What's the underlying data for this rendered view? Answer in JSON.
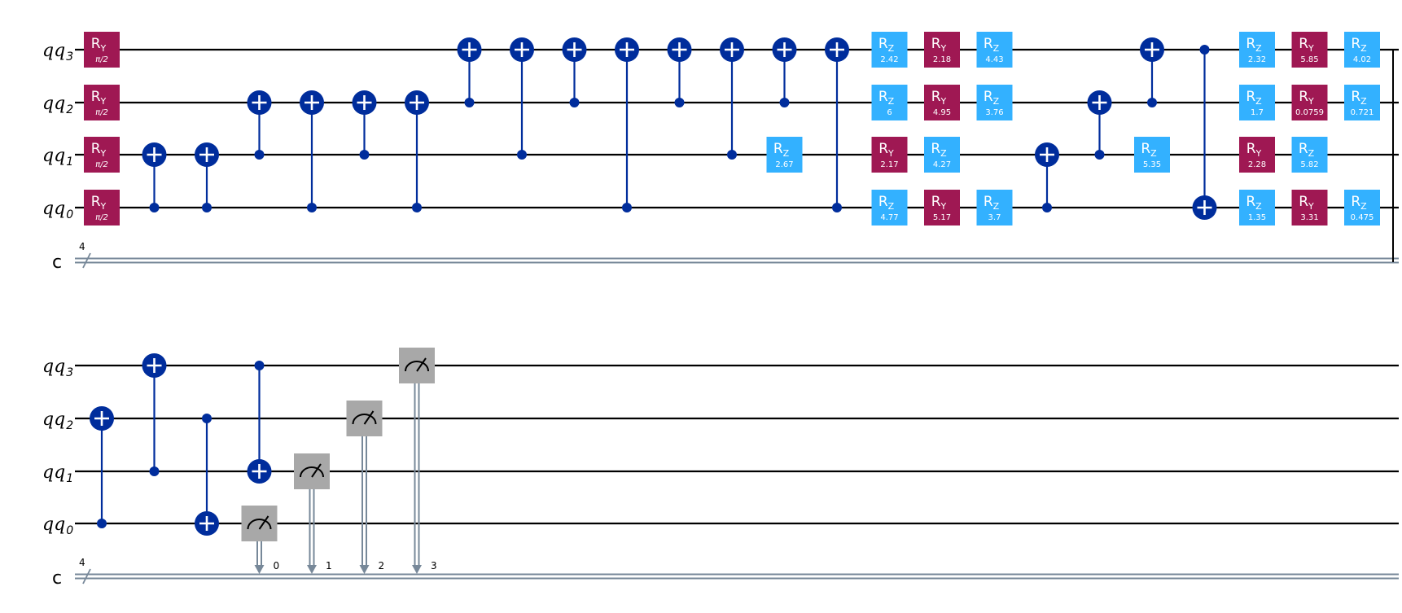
{
  "colors": {
    "ry_gate": "#9f1853",
    "rz_gate": "#33b1ff",
    "cnot": "#002d9c",
    "measure_gate": "#a8a8a8",
    "classical_wire": "#778899",
    "quantum_wire": "#000000"
  },
  "rows": [
    {
      "wires": [
        {
          "qubit": "q",
          "index": "3"
        },
        {
          "qubit": "q",
          "index": "2"
        },
        {
          "qubit": "q",
          "index": "1"
        },
        {
          "qubit": "q",
          "index": "0"
        }
      ],
      "classical": {
        "label": "c",
        "width": "4"
      },
      "gates": [
        {
          "type": "ry",
          "col": 0,
          "q": 3,
          "param": "π/2"
        },
        {
          "type": "ry",
          "col": 0,
          "q": 2,
          "param": "π/2"
        },
        {
          "type": "ry",
          "col": 0,
          "q": 1,
          "param": "π/2"
        },
        {
          "type": "ry",
          "col": 0,
          "q": 0,
          "param": "π/2"
        },
        {
          "type": "cx",
          "col": 1,
          "c": 0,
          "t": 1
        },
        {
          "type": "cx",
          "col": 2,
          "c": 0,
          "t": 1
        },
        {
          "type": "cx",
          "col": 3,
          "c": 1,
          "t": 2
        },
        {
          "type": "cx",
          "col": 4,
          "c": 0,
          "t": 2
        },
        {
          "type": "cx",
          "col": 5,
          "c": 1,
          "t": 2
        },
        {
          "type": "cx",
          "col": 6,
          "c": 0,
          "t": 2
        },
        {
          "type": "cx",
          "col": 7,
          "c": 2,
          "t": 3
        },
        {
          "type": "cx",
          "col": 8,
          "c": 1,
          "t": 3
        },
        {
          "type": "cx",
          "col": 9,
          "c": 2,
          "t": 3
        },
        {
          "type": "cx",
          "col": 10,
          "c": 0,
          "t": 3
        },
        {
          "type": "cx",
          "col": 11,
          "c": 2,
          "t": 3
        },
        {
          "type": "cx",
          "col": 12,
          "c": 1,
          "t": 3
        },
        {
          "type": "rz",
          "col": 13,
          "q": 1,
          "param": "2.67"
        },
        {
          "type": "cx",
          "col": 13,
          "c": 2,
          "t": 3
        },
        {
          "type": "cx",
          "col": 14,
          "c": 0,
          "t": 3
        },
        {
          "type": "rz",
          "col": 15,
          "q": 3,
          "param": "2.42"
        },
        {
          "type": "rz",
          "col": 15,
          "q": 2,
          "param": "6"
        },
        {
          "type": "ry",
          "col": 15,
          "q": 1,
          "param": "2.17"
        },
        {
          "type": "rz",
          "col": 15,
          "q": 0,
          "param": "4.77"
        },
        {
          "type": "ry",
          "col": 16,
          "q": 3,
          "param": "2.18"
        },
        {
          "type": "ry",
          "col": 16,
          "q": 2,
          "param": "4.95"
        },
        {
          "type": "rz",
          "col": 16,
          "q": 1,
          "param": "4.27"
        },
        {
          "type": "ry",
          "col": 16,
          "q": 0,
          "param": "5.17"
        },
        {
          "type": "rz",
          "col": 17,
          "q": 3,
          "param": "4.43"
        },
        {
          "type": "rz",
          "col": 17,
          "q": 2,
          "param": "3.76"
        },
        {
          "type": "rz",
          "col": 17,
          "q": 0,
          "param": "3.7"
        },
        {
          "type": "cx",
          "col": 18,
          "c": 0,
          "t": 1
        },
        {
          "type": "cx",
          "col": 19,
          "c": 1,
          "t": 2
        },
        {
          "type": "cx",
          "col": 20,
          "c": 2,
          "t": 3
        },
        {
          "type": "rz",
          "col": 20,
          "q": 1,
          "param": "5.35"
        },
        {
          "type": "cx",
          "col": 21,
          "c": 3,
          "t": 0
        },
        {
          "type": "rz",
          "col": 22,
          "q": 3,
          "param": "2.32"
        },
        {
          "type": "rz",
          "col": 22,
          "q": 2,
          "param": "1.7"
        },
        {
          "type": "ry",
          "col": 22,
          "q": 1,
          "param": "2.28"
        },
        {
          "type": "rz",
          "col": 22,
          "q": 0,
          "param": "1.35"
        },
        {
          "type": "ry",
          "col": 23,
          "q": 3,
          "param": "5.85"
        },
        {
          "type": "ry",
          "col": 23,
          "q": 2,
          "param": "0.0759"
        },
        {
          "type": "rz",
          "col": 23,
          "q": 1,
          "param": "5.82"
        },
        {
          "type": "ry",
          "col": 23,
          "q": 0,
          "param": "3.31"
        },
        {
          "type": "rz",
          "col": 24,
          "q": 3,
          "param": "4.02"
        },
        {
          "type": "rz",
          "col": 24,
          "q": 2,
          "param": "0.721"
        },
        {
          "type": "rz",
          "col": 24,
          "q": 0,
          "param": "0.475"
        }
      ]
    },
    {
      "wires": [
        {
          "qubit": "q",
          "index": "3"
        },
        {
          "qubit": "q",
          "index": "2"
        },
        {
          "qubit": "q",
          "index": "1"
        },
        {
          "qubit": "q",
          "index": "0"
        }
      ],
      "classical": {
        "label": "c",
        "width": "4"
      },
      "gates": [
        {
          "type": "cx",
          "col": 0,
          "c": 0,
          "t": 2
        },
        {
          "type": "cx",
          "col": 1,
          "c": 1,
          "t": 3
        },
        {
          "type": "cx",
          "col": 2,
          "c": 2,
          "t": 0
        },
        {
          "type": "cx",
          "col": 3,
          "c": 3,
          "t": 1
        },
        {
          "type": "measure",
          "col": 3,
          "q": 0,
          "bit": "0"
        },
        {
          "type": "measure",
          "col": 4,
          "q": 1,
          "bit": "1"
        },
        {
          "type": "measure",
          "col": 5,
          "q": 2,
          "bit": "2"
        },
        {
          "type": "measure",
          "col": 6,
          "q": 3,
          "bit": "3"
        }
      ]
    }
  ]
}
